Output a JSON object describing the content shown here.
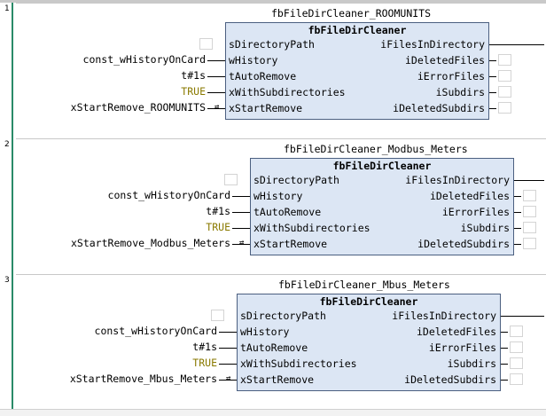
{
  "networks": [
    {
      "number": "1",
      "instance_name": "fbFileDirCleaner_ROOMUNITS",
      "block_type": "fbFileDirCleaner",
      "inputs": [
        "sDirectoryPath",
        "wHistory",
        "tAutoRemove",
        "xWithSubdirectories",
        "xStartRemove"
      ],
      "outputs": [
        "iFilesInDirectory",
        "iDeletedFiles",
        "iErrorFiles",
        "iSubdirs",
        "iDeletedSubdirs"
      ],
      "arguments": [
        "",
        "const_wHistoryOnCard",
        "t#1s",
        "TRUE",
        "xStartRemove_ROOMUNITS"
      ]
    },
    {
      "number": "2",
      "instance_name": "fbFileDirCleaner_Modbus_Meters",
      "block_type": "fbFileDirCleaner",
      "inputs": [
        "sDirectoryPath",
        "wHistory",
        "tAutoRemove",
        "xWithSubdirectories",
        "xStartRemove"
      ],
      "outputs": [
        "iFilesInDirectory",
        "iDeletedFiles",
        "iErrorFiles",
        "iSubdirs",
        "iDeletedSubdirs"
      ],
      "arguments": [
        "",
        "const_wHistoryOnCard",
        "t#1s",
        "TRUE",
        "xStartRemove_Modbus_Meters"
      ]
    },
    {
      "number": "3",
      "instance_name": "fbFileDirCleaner_Mbus_Meters",
      "block_type": "fbFileDirCleaner",
      "inputs": [
        "sDirectoryPath",
        "wHistory",
        "tAutoRemove",
        "xWithSubdirectories",
        "xStartRemove"
      ],
      "outputs": [
        "iFilesInDirectory",
        "iDeletedFiles",
        "iErrorFiles",
        "iSubdirs",
        "iDeletedSubdirs"
      ],
      "arguments": [
        "",
        "const_wHistoryOnCard",
        "t#1s",
        "TRUE",
        "xStartRemove_Mbus_Meters"
      ]
    }
  ],
  "colors": {
    "block_fill": "#dce6f4",
    "block_border": "#4b5f80",
    "bool_literal": "#8a7a00",
    "gutter": "#2a8a68"
  },
  "icons": {
    "edge_input": "rising-edge-icon"
  }
}
